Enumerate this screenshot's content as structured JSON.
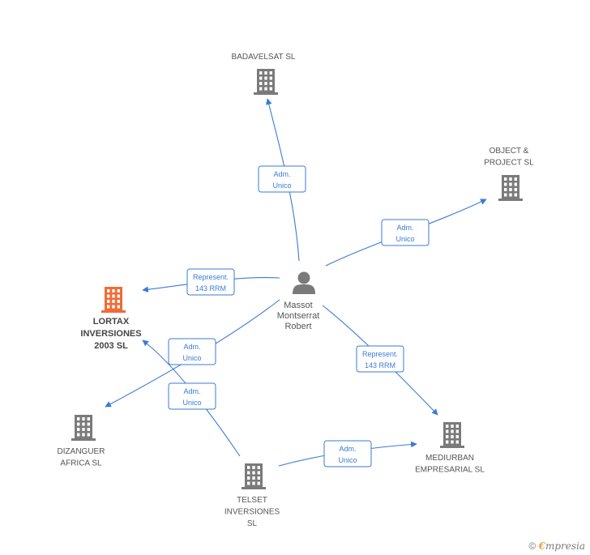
{
  "colors": {
    "edge": "#3a7bd5",
    "company_icon": "#7a7a7a",
    "main_company_icon": "#f26b35",
    "person_icon": "#7a7a7a"
  },
  "person": {
    "name_lines": [
      "Massot",
      "Montserrat",
      "Robert"
    ],
    "icon": "person-icon"
  },
  "companies": [
    {
      "id": "badavelsat",
      "label_lines": [
        "BADAVELSAT SL"
      ],
      "main": false,
      "icon": "building-icon"
    },
    {
      "id": "object-project",
      "label_lines": [
        "OBJECT &",
        "PROJECT SL"
      ],
      "main": false,
      "icon": "building-icon"
    },
    {
      "id": "lortax",
      "label_lines": [
        "LORTAX",
        "INVERSIONES",
        "2003 SL"
      ],
      "main": true,
      "icon": "building-icon"
    },
    {
      "id": "dizanguer",
      "label_lines": [
        "DIZANGUER",
        "AFRICA SL"
      ],
      "main": false,
      "icon": "building-icon"
    },
    {
      "id": "telset",
      "label_lines": [
        "TELSET",
        "INVERSIONES",
        "SL"
      ],
      "main": false,
      "icon": "building-icon"
    },
    {
      "id": "mediurban",
      "label_lines": [
        "MEDIURBAN",
        "EMPRESARIAL SL"
      ],
      "main": false,
      "icon": "building-icon"
    }
  ],
  "edges": [
    {
      "from": "person",
      "to": "badavelsat",
      "label_lines": [
        "Adm.",
        "Unico"
      ]
    },
    {
      "from": "person",
      "to": "object-project",
      "label_lines": [
        "Adm.",
        "Unico"
      ]
    },
    {
      "from": "person",
      "to": "lortax",
      "label_lines": [
        "Represent.",
        "143 RRM"
      ]
    },
    {
      "from": "person",
      "to": "dizanguer",
      "label_lines": [
        "Adm.",
        "Unico"
      ]
    },
    {
      "from": "person",
      "to": "mediurban",
      "label_lines": [
        "Represent.",
        "143 RRM"
      ]
    },
    {
      "from": "telset",
      "to": "lortax",
      "label_lines": [
        "Adm.",
        "Unico"
      ]
    },
    {
      "from": "telset",
      "to": "mediurban",
      "label_lines": [
        "Adm.",
        "Unico"
      ]
    }
  ],
  "brand": {
    "copyright": "©",
    "initial": "€",
    "rest": "mpresia"
  }
}
